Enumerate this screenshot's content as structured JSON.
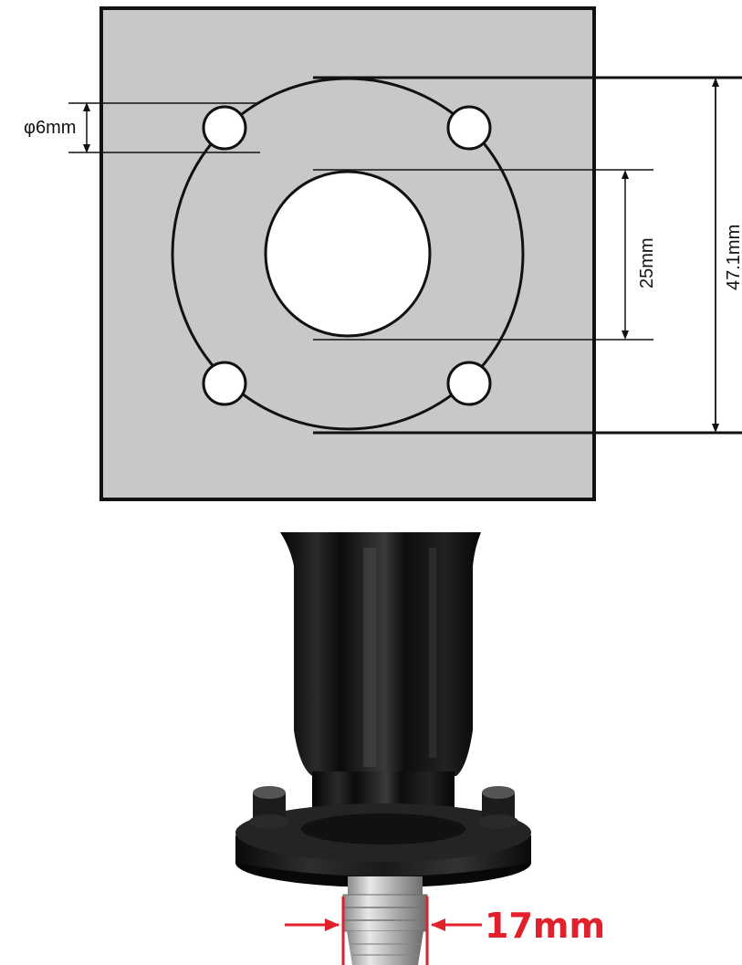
{
  "diagram": {
    "labels": {
      "bolt_hole": "φ6mm",
      "center_hole": "25mm",
      "bolt_circle": "47.1mm",
      "fitting": "17mm"
    },
    "colors": {
      "plate": "#c8c8c8",
      "outline": "#111111",
      "hole": "#ffffff",
      "metal_dark": "#161616",
      "arrow_red": "#e0202a"
    }
  }
}
